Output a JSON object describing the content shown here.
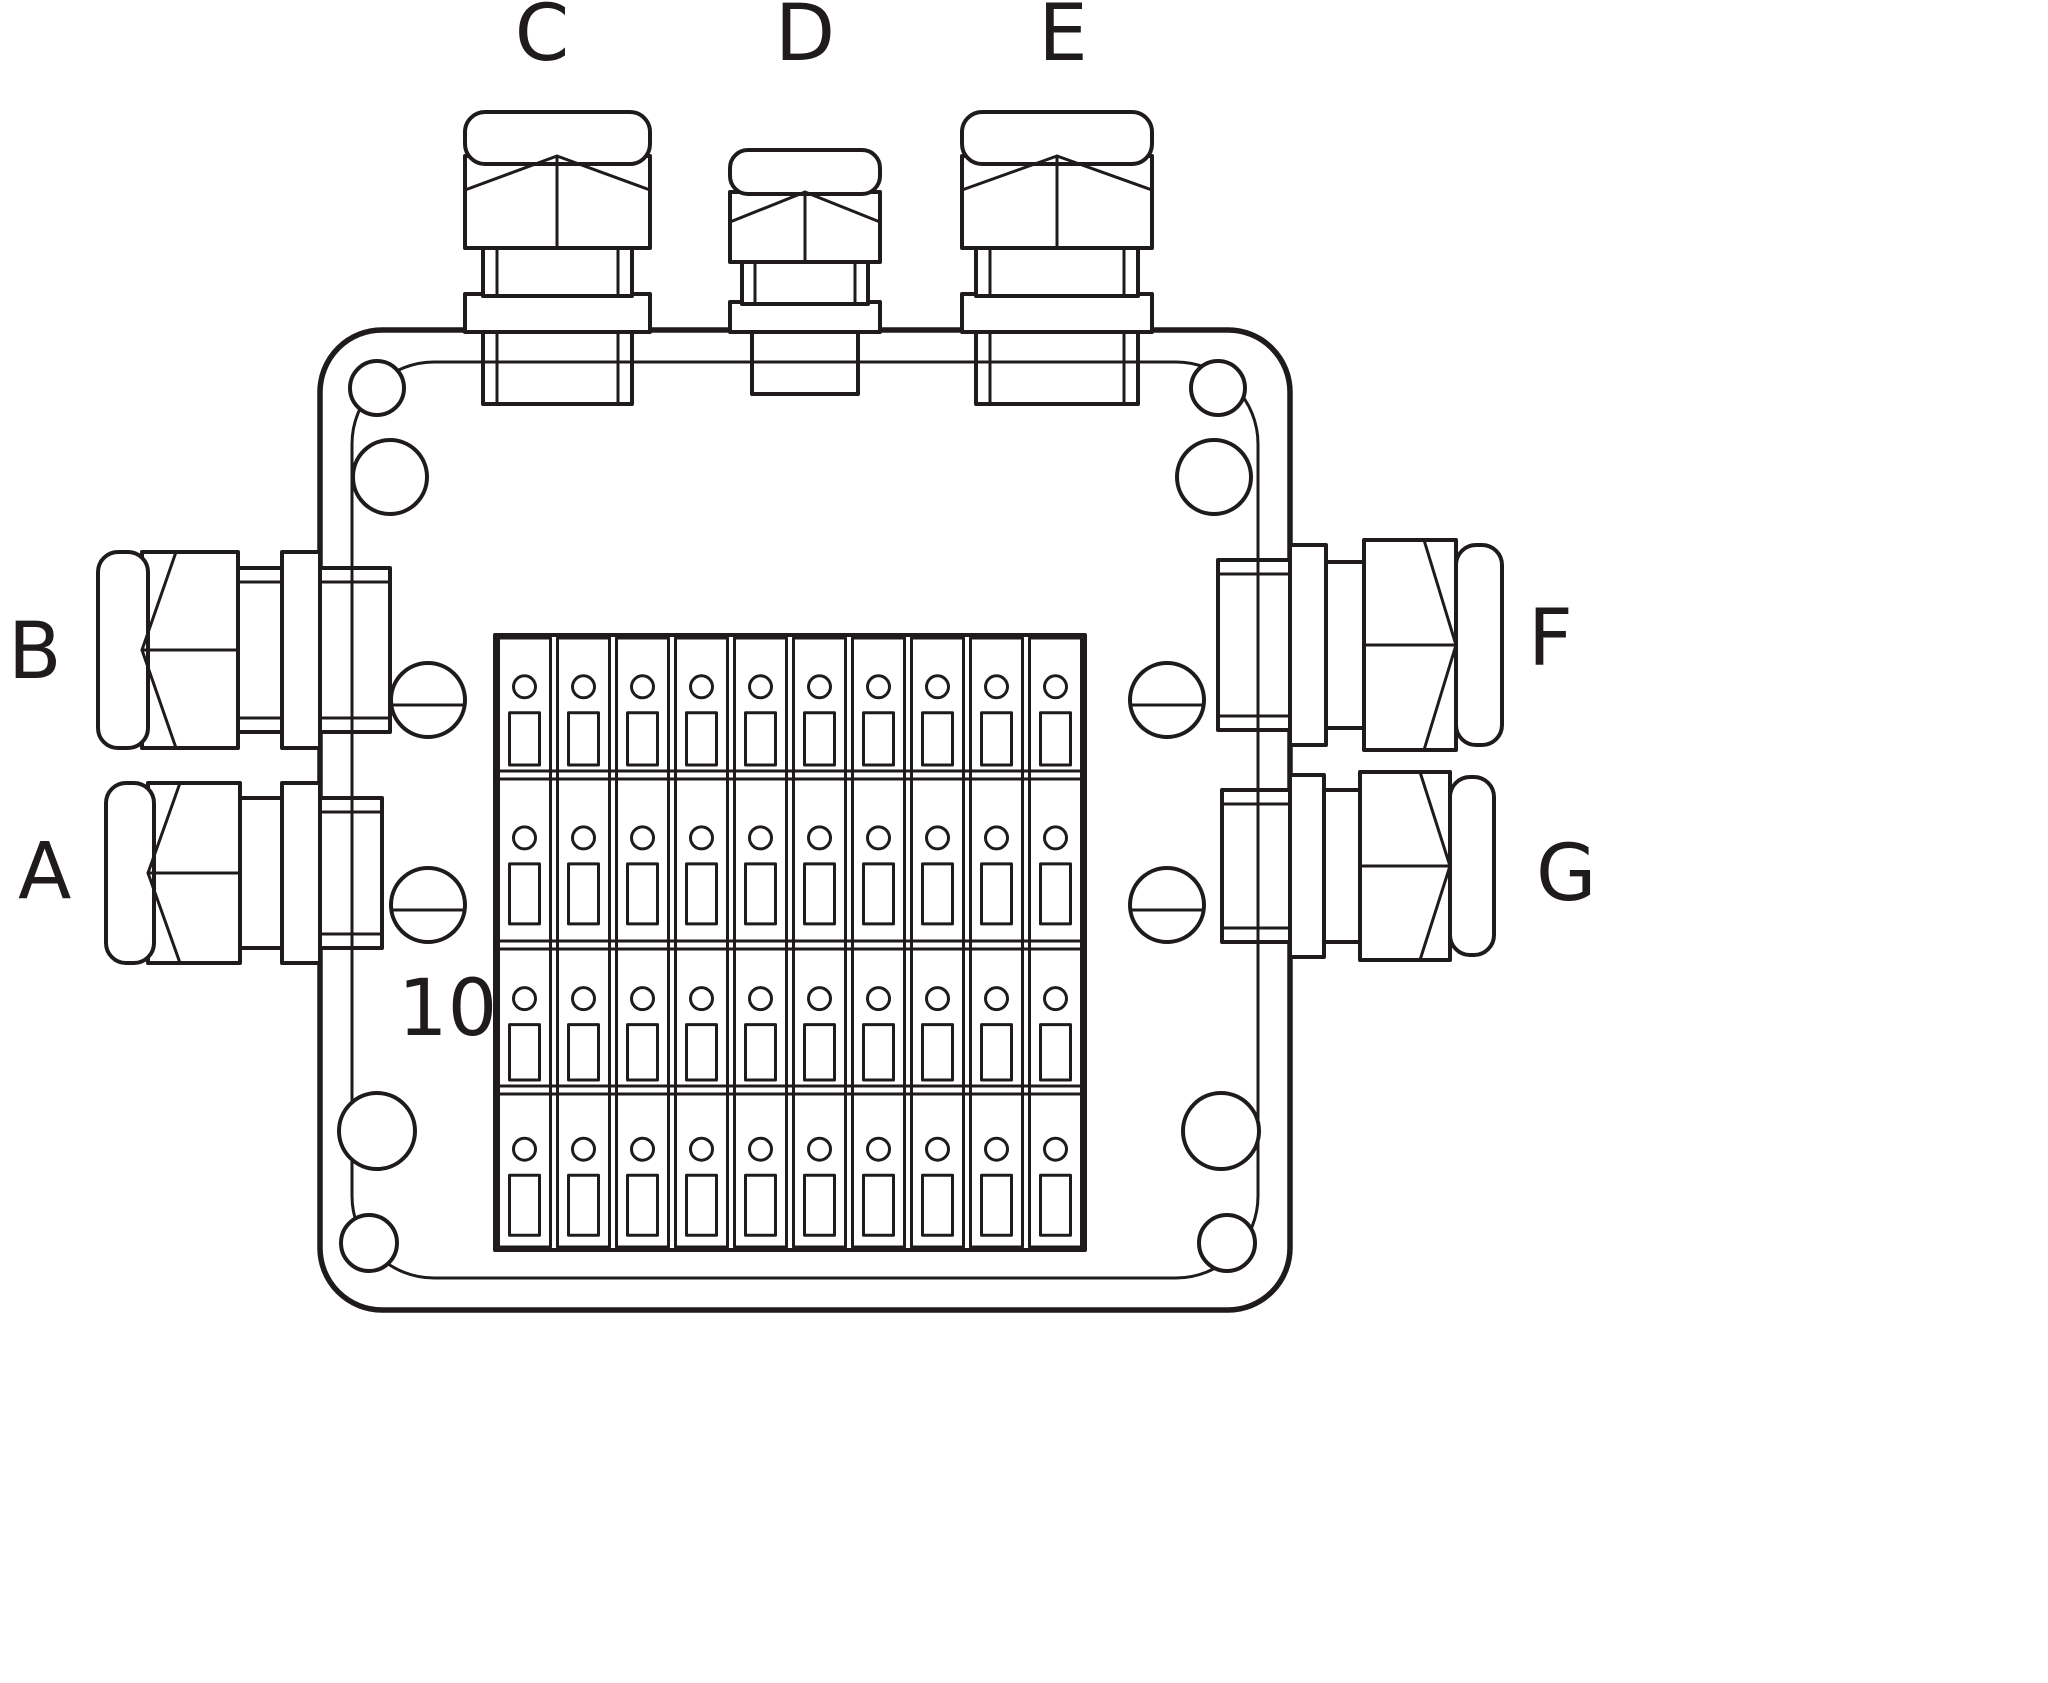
{
  "diagram": {
    "gland_labels": {
      "A": "A",
      "B": "B",
      "C": "C",
      "D": "D",
      "E": "E",
      "F": "F",
      "G": "G"
    },
    "terminal_count_label": "10",
    "terminal_grid": {
      "columns": 10,
      "rows": 4
    },
    "colors": {
      "line": "#1f1b1c",
      "background": "#ffffff"
    }
  }
}
